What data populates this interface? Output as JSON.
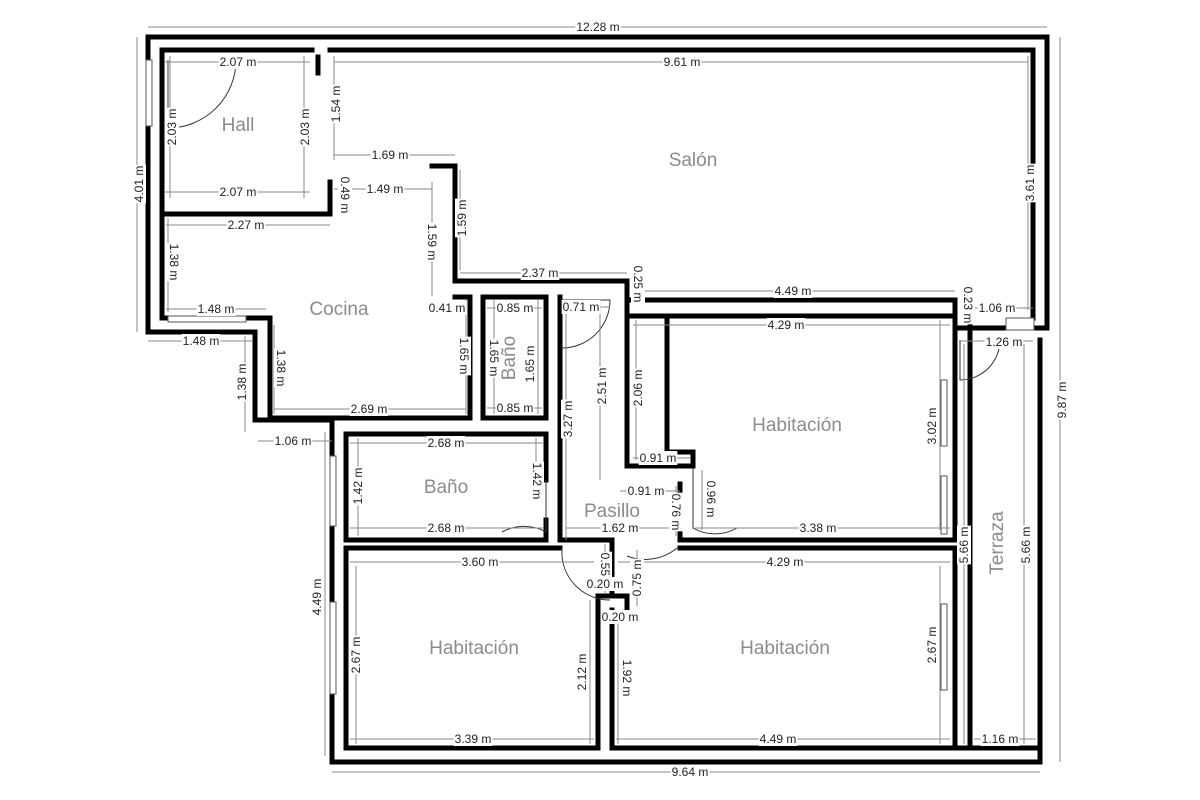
{
  "rooms": {
    "hall": "Hall",
    "salon": "Salón",
    "cocina": "Cocina",
    "bano_small": "Baño",
    "bano": "Baño",
    "pasillo": "Pasillo",
    "hab_right": "Habitación",
    "hab_bl": "Habitación",
    "hab_br": "Habitación",
    "terraza": "Terraza"
  },
  "dims": {
    "total_top": "12.28 m",
    "hall_top": "2.07 m",
    "salon_top": "9.61 m",
    "hall_left": "2.03 m",
    "hall_right": "2.03 m",
    "hall_bottom": "2.07 m",
    "salon_left": "1.54 m",
    "d169": "1.69 m",
    "d149": "1.49 m",
    "d049": "0.49 m",
    "d159a": "1.59 m",
    "d159b": "1.59 m",
    "salon_right": "3.61 m",
    "left_outer": "4.01 m",
    "cocina_top": "2.27 m",
    "cocina_left": "1.38 m",
    "d148a": "1.48 m",
    "d148b": "1.48 m",
    "d138a": "1.38 m",
    "d138b": "1.38 m",
    "cocina_bottom": "2.69 m",
    "d041": "0.41 m",
    "d165a": "1.65 m",
    "b085top": "0.85 m",
    "b085bot": "0.85 m",
    "b165a": "1.65 m",
    "b165b": "1.65 m",
    "d237": "2.37 m",
    "d025": "0.25 m",
    "d071": "0.71 m",
    "d449top": "4.49 m",
    "d023": "0.23 m",
    "d106a": "1.06 m",
    "d126": "1.26 m",
    "d251": "2.51 m",
    "d327": "3.27 m",
    "d206": "2.06 m",
    "d429a": "4.29 m",
    "d302": "3.02 m",
    "d091a": "0.91 m",
    "d091b": "0.91 m",
    "d096": "0.96 m",
    "d076": "0.76 m",
    "d338": "3.38 m",
    "d106b": "1.06 m",
    "bano_top": "2.68 m",
    "bano_bot": "2.68 m",
    "bano_l": "1.42 m",
    "bano_r": "1.42 m",
    "d162": "1.62 m",
    "d360": "3.60 m",
    "d429b": "4.29 m",
    "d055": "0.55 m",
    "d020a": "0.20 m",
    "d075": "0.75 m",
    "d020b": "0.20 m",
    "d449l": "4.49 m",
    "d267a": "2.67 m",
    "d267b": "2.67 m",
    "d212": "2.12 m",
    "d192": "1.92 m",
    "d339": "3.39 m",
    "d449b": "4.49 m",
    "d566a": "5.66 m",
    "d566b": "5.66 m",
    "d116": "1.16 m",
    "d987": "9.87 m",
    "total_bottom": "9.64 m"
  }
}
